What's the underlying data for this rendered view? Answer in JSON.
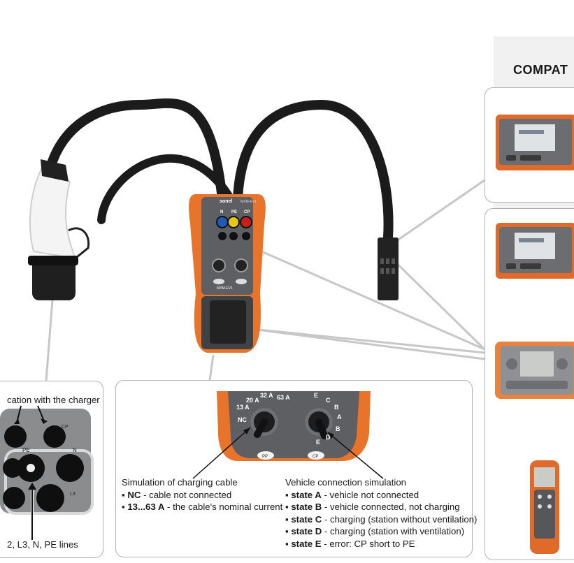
{
  "header": {
    "compat_heading": "COMPAT"
  },
  "connector_callout": {
    "top_caption": "cation with the charger",
    "bottom_caption": "2, L3, N, PE lines",
    "pin_labels": [
      "PE",
      "N",
      "CP",
      "L3"
    ]
  },
  "device": {
    "brand": "sonel",
    "model": "MXM-EV1",
    "sockets": [
      "N",
      "PE",
      "CP"
    ],
    "socket_colors": [
      "#1e5bb8",
      "#e6c617",
      "#c81e1e"
    ],
    "button_labels": [
      "PP",
      "CP"
    ]
  },
  "knob_callout": {
    "pp_knob_labels": [
      "20 A",
      "32 A",
      "63 A",
      "13 A",
      "NC"
    ],
    "cp_knob_labels": [
      "E",
      "C",
      "B",
      "A",
      "B",
      "D",
      "E"
    ],
    "button_labels": [
      "PP",
      "CP"
    ],
    "left_text": {
      "heading": "Simulation of charging cable",
      "items": [
        {
          "key": "NC",
          "desc": " - cable not connected"
        },
        {
          "key": "13...63 A",
          "desc": " - the cable's nominal current"
        }
      ]
    },
    "right_text": {
      "heading": "Vehicle connection simulation",
      "items": [
        {
          "key": "state A",
          "desc": " - vehicle not connected"
        },
        {
          "key": "state B",
          "desc": " - vehicle connected, not charging"
        },
        {
          "key": "state C",
          "desc": " - charging (station without ventilation)"
        },
        {
          "key": "state D",
          "desc": " - charging (station with ventilation)"
        },
        {
          "key": "state E",
          "desc": " - error: CP short to PE"
        }
      ]
    }
  },
  "colors": {
    "orange": "#e8732a",
    "device_gray": "#5d5f63",
    "cable": "#1b1b1b",
    "panel_border": "#b3b3b3"
  }
}
